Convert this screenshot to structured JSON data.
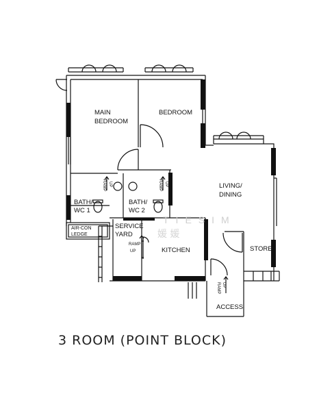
{
  "rooms": {
    "main_bedroom": [
      "MAIN",
      "BEDROOM"
    ],
    "bedroom": "BEDROOM",
    "living_dining": [
      "LIVING/",
      "DINING"
    ],
    "bath1": [
      "BATH/",
      "WC 1"
    ],
    "bath2": [
      "BATH/",
      "WC 2"
    ],
    "aircon": [
      "AIR-CON",
      "LEDGE"
    ],
    "service_yard": [
      "SERVICE",
      "YARD"
    ],
    "kitchen": "KITCHEN",
    "store": "STORE",
    "access": "ACCESS"
  },
  "ramps": {
    "ramp_word": "RAMP",
    "up_word": "UP"
  },
  "watermark": {
    "latin": "TIESIM",
    "chinese": "媛 媛"
  },
  "title": "3 ROOM (POINT BLOCK)"
}
